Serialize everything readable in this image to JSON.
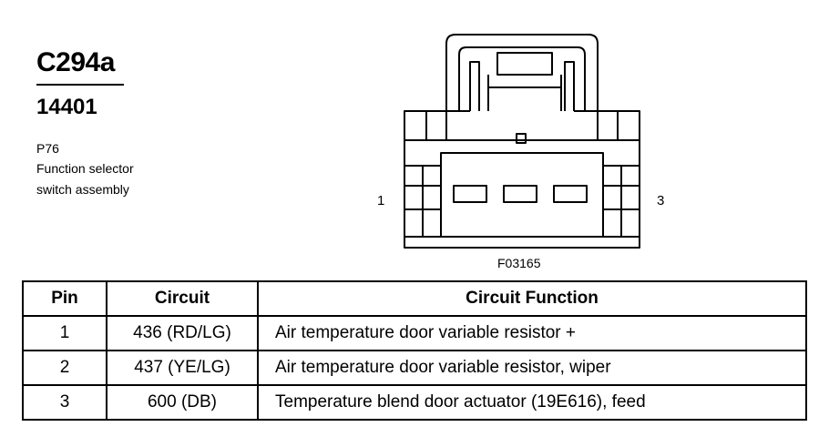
{
  "header": {
    "connector_id": "C294a",
    "part_number": "14401",
    "location_code": "P76",
    "description_line1": "Function selector",
    "description_line2": "switch assembly"
  },
  "diagram": {
    "pin_left_label": "1",
    "pin_right_label": "3",
    "figure_id": "F03165"
  },
  "table": {
    "headers": [
      "Pin",
      "Circuit",
      "Circuit Function"
    ],
    "rows": [
      {
        "pin": "1",
        "circuit": "436 (RD/LG)",
        "function": "Air temperature door variable resistor +"
      },
      {
        "pin": "2",
        "circuit": "437 (YE/LG)",
        "function": "Air temperature door variable resistor, wiper"
      },
      {
        "pin": "3",
        "circuit": "600 (DB)",
        "function": "Temperature blend door actuator (19E616), feed"
      }
    ]
  }
}
